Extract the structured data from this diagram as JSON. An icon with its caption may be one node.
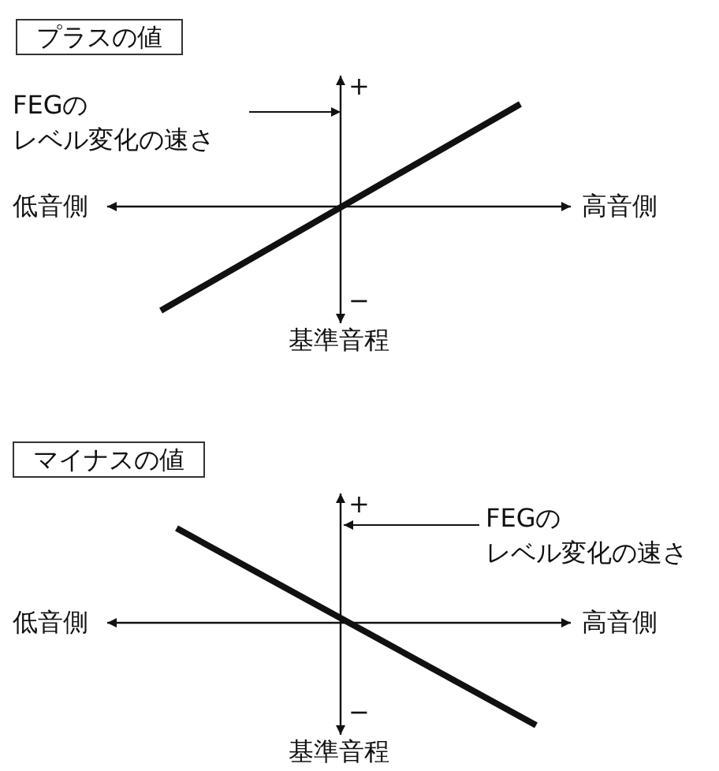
{
  "diagram": {
    "nodes": [
      {
        "text": [
          "プラスの値"
        ]
      },
      {
        "text": [
          "FEGの",
          "レベル変化の速さ"
        ]
      },
      {
        "text": [
          "マイナスの値"
        ]
      },
      {
        "text": [
          "FEGの",
          "レベル変化の速さ"
        ]
      },
      {
        "text": [
          "+"
        ]
      },
      {
        "text": [
          "+"
        ]
      }
    ],
    "edges": [
      {
        "from": 1,
        "to": 4,
        "arrow": "to"
      },
      {
        "from": 3,
        "to": 5,
        "arrow": "to"
      }
    ],
    "labels": [
      "低音側",
      "高音側",
      "−",
      "基準音程",
      "低音側",
      "高音側",
      "−",
      "基準音程"
    ]
  }
}
